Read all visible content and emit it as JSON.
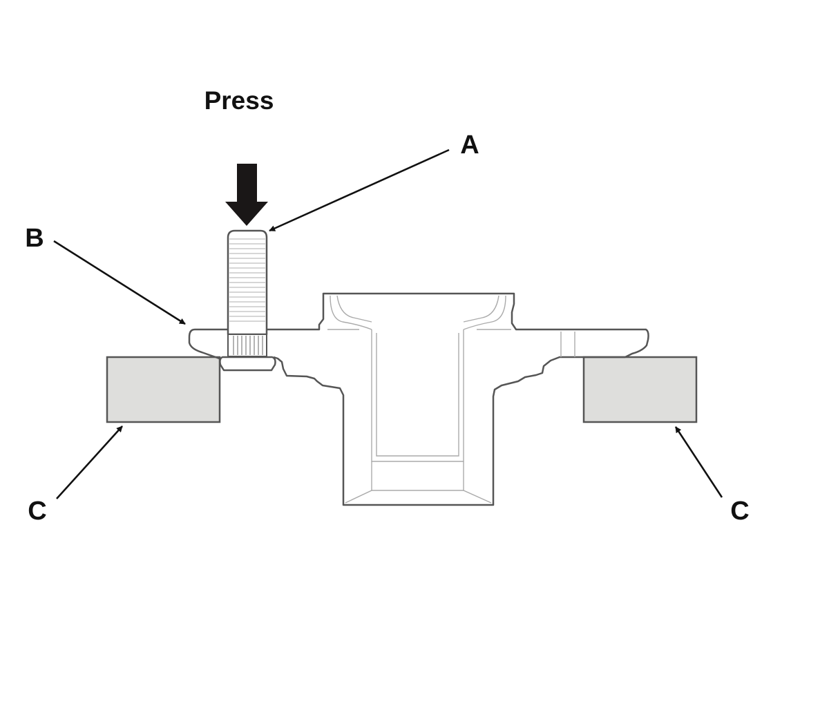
{
  "labels": {
    "press": "Press",
    "a": "A",
    "b": "B",
    "c_left": "C",
    "c_right": "C"
  },
  "colors": {
    "press_arrow": "#1a1717",
    "support_block": "#dededc",
    "outline": "#555555",
    "leader": "#111111"
  }
}
